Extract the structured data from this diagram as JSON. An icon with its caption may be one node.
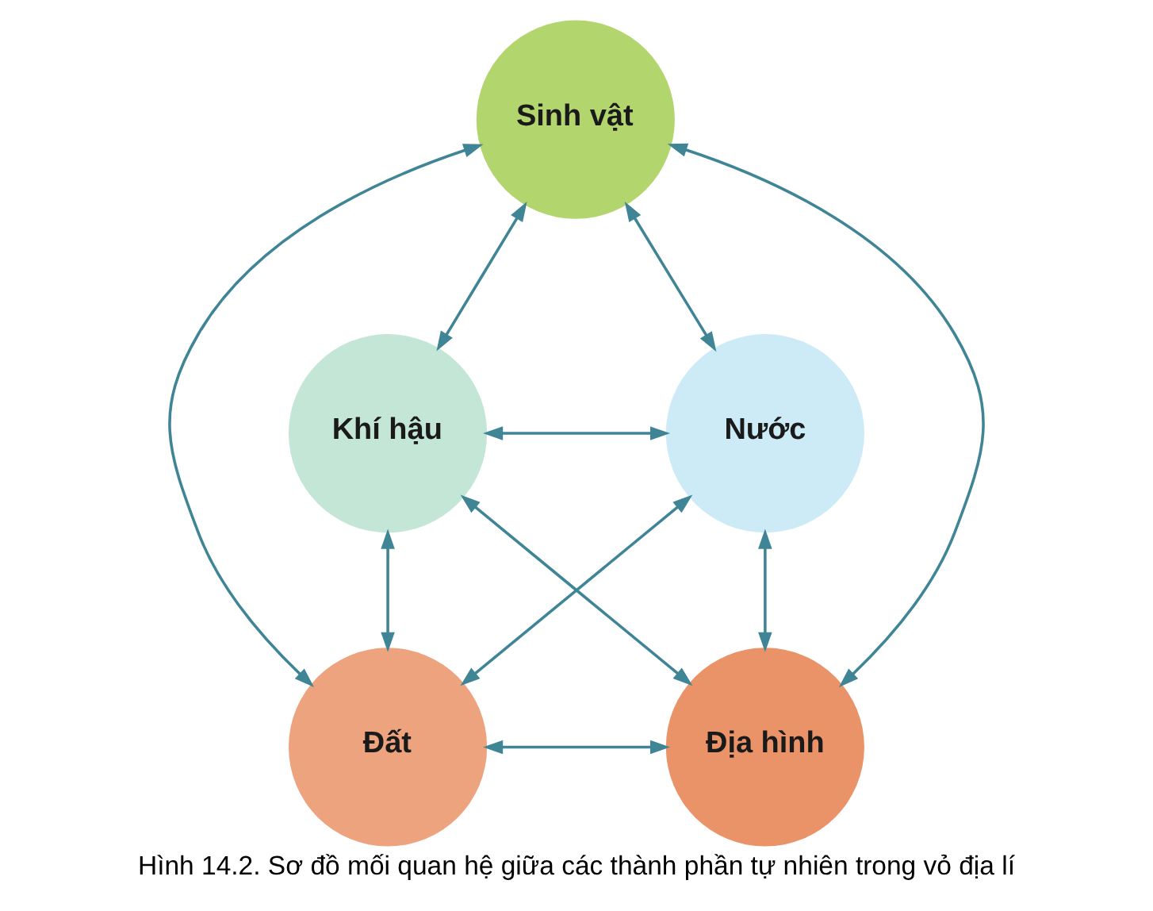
{
  "diagram": {
    "caption": "Hình 14.2. Sơ đồ mối quan hệ giữa các thành phần tự nhiên trong vỏ địa lí",
    "nodes": [
      {
        "text": [
          "Sinh vật"
        ]
      },
      {
        "text": [
          "Khí hậu"
        ]
      },
      {
        "text": [
          "Nước"
        ]
      },
      {
        "text": [
          "Đất"
        ]
      },
      {
        "text": [
          "Địa hình"
        ]
      }
    ],
    "edges": [
      {
        "from": 0,
        "to": 1,
        "arrow": "both"
      },
      {
        "from": 0,
        "to": 2,
        "arrow": "both"
      },
      {
        "from": 1,
        "to": 2,
        "arrow": "both"
      },
      {
        "from": 1,
        "to": 3,
        "arrow": "both"
      },
      {
        "from": 1,
        "to": 4,
        "arrow": "both"
      },
      {
        "from": 2,
        "to": 3,
        "arrow": "both"
      },
      {
        "from": 2,
        "to": 4,
        "arrow": "both"
      },
      {
        "from": 3,
        "to": 4,
        "arrow": "both"
      },
      {
        "from": 0,
        "to": 3,
        "arrow": "both"
      },
      {
        "from": 0,
        "to": 4,
        "arrow": "both"
      }
    ]
  }
}
